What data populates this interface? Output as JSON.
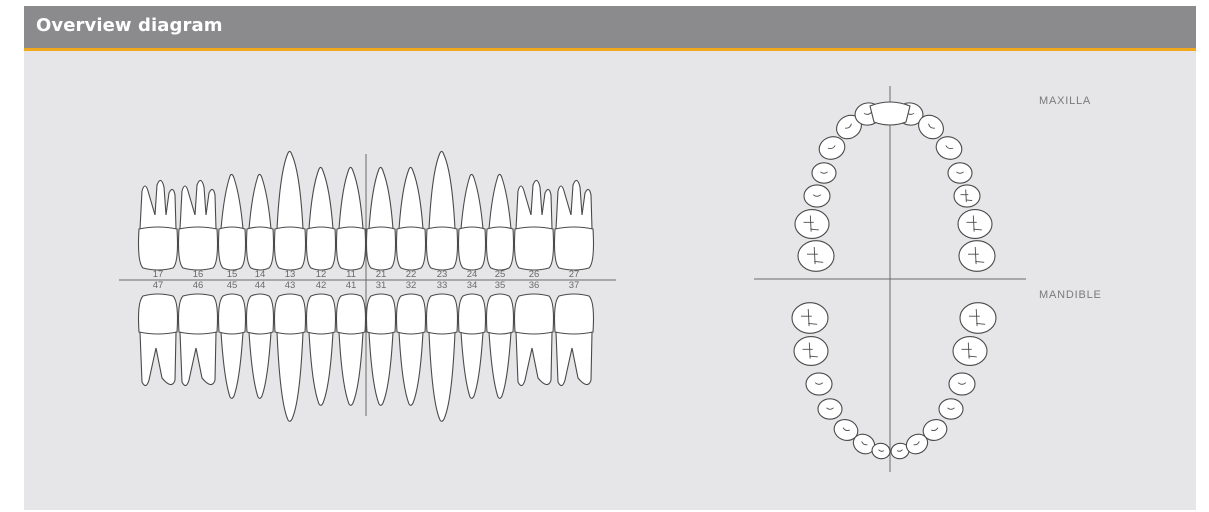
{
  "header": {
    "title": "Overview diagram"
  },
  "arch_labels": {
    "maxilla": "MAXILLA",
    "mandible": "MANDIBLE"
  },
  "colors": {
    "header_bg": "#8b8b8d",
    "accent": "#f0a81c",
    "panel_bg": "#e6e6e8",
    "line": "#4a4a4a"
  },
  "upper_teeth": [
    {
      "num": "17",
      "type": "molar"
    },
    {
      "num": "16",
      "type": "molar"
    },
    {
      "num": "15",
      "type": "premolar"
    },
    {
      "num": "14",
      "type": "premolar"
    },
    {
      "num": "13",
      "type": "canine"
    },
    {
      "num": "12",
      "type": "incisor"
    },
    {
      "num": "11",
      "type": "incisor"
    },
    {
      "num": "21",
      "type": "incisor"
    },
    {
      "num": "22",
      "type": "incisor"
    },
    {
      "num": "23",
      "type": "canine"
    },
    {
      "num": "24",
      "type": "premolar"
    },
    {
      "num": "25",
      "type": "premolar"
    },
    {
      "num": "26",
      "type": "molar"
    },
    {
      "num": "27",
      "type": "molar"
    }
  ],
  "lower_teeth": [
    {
      "num": "47",
      "type": "molar"
    },
    {
      "num": "46",
      "type": "molar"
    },
    {
      "num": "45",
      "type": "premolar"
    },
    {
      "num": "44",
      "type": "premolar"
    },
    {
      "num": "43",
      "type": "canine"
    },
    {
      "num": "42",
      "type": "incisor"
    },
    {
      "num": "41",
      "type": "incisor"
    },
    {
      "num": "31",
      "type": "incisor"
    },
    {
      "num": "32",
      "type": "incisor"
    },
    {
      "num": "33",
      "type": "canine"
    },
    {
      "num": "34",
      "type": "premolar"
    },
    {
      "num": "35",
      "type": "premolar"
    },
    {
      "num": "36",
      "type": "molar"
    },
    {
      "num": "37",
      "type": "molar"
    }
  ]
}
